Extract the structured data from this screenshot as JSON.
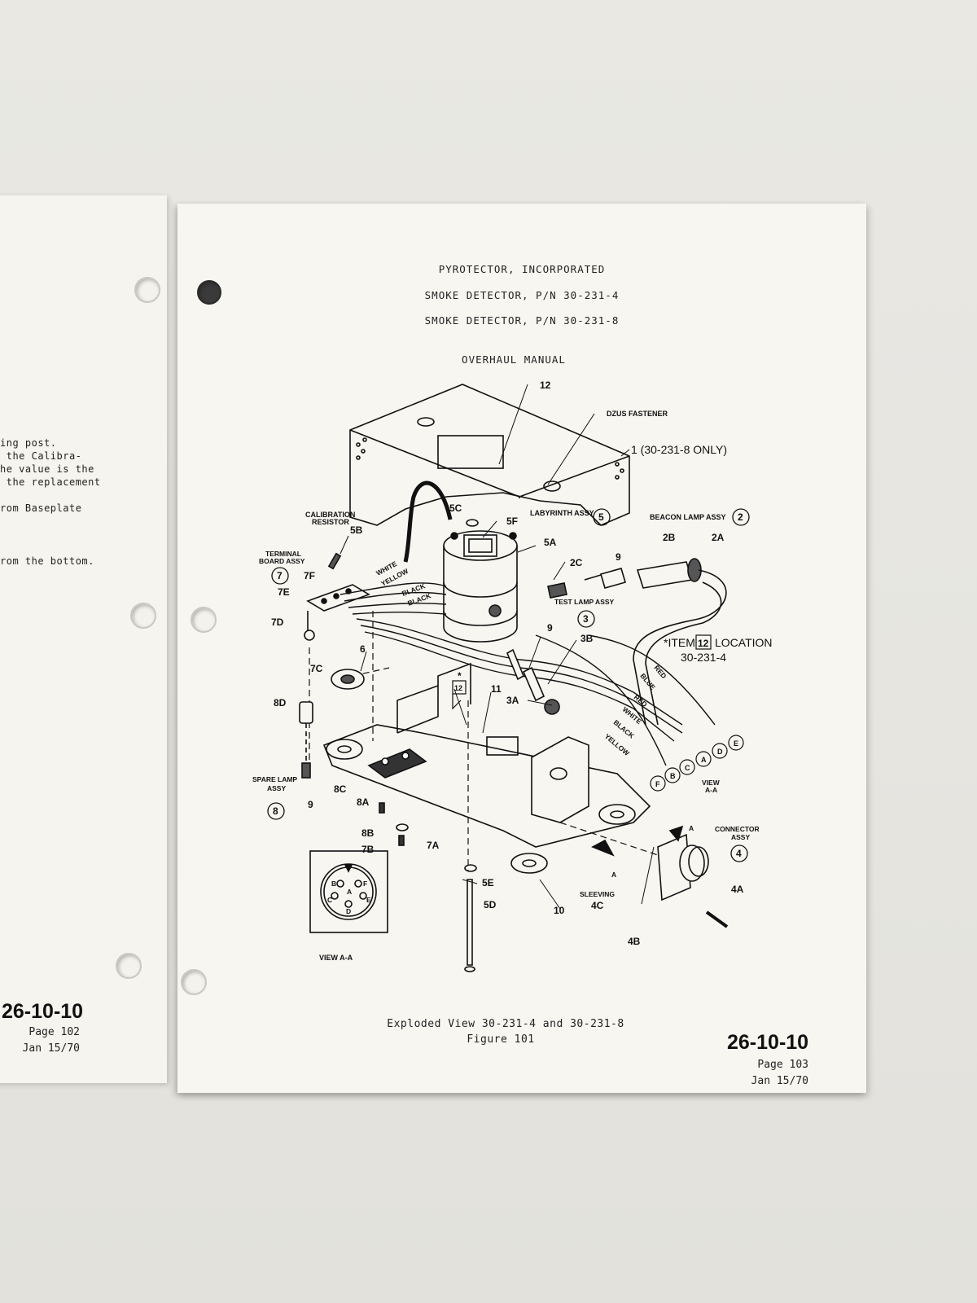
{
  "left_page": {
    "lines": [
      "ing post.",
      " the Calibra-",
      "he value is the",
      " the replacement",
      "rom Baseplate",
      "rom the bottom."
    ],
    "page_code": "26-10-10",
    "page_label": "Page 102",
    "date": "Jan 15/70"
  },
  "header": {
    "company": "PYROTECTOR, INCORPORATED",
    "line2": "SMOKE DETECTOR, P/N 30-231-4",
    "line3": "SMOKE DETECTOR, P/N 30-231-8",
    "manual": "OVERHAUL MANUAL"
  },
  "diagram": {
    "callouts": {
      "c12": "12",
      "dzus": "DZUS FASTENER",
      "c1": "1 (30-231-8 ONLY)",
      "calib1": "CALIBRATION",
      "calib2": "RESISTOR",
      "c5b": "5B",
      "c5c": "5C",
      "c5f": "5F",
      "labyrinth": "LABYRINTH ASSY",
      "n5": "5",
      "beacon": "BEACON LAMP ASSY",
      "n2": "2",
      "c2b": "2B",
      "c2a": "2A",
      "c5a": "5A",
      "c2c": "2C",
      "c9a": "9",
      "terminal1": "TERMINAL",
      "terminal2": "BOARD ASSY",
      "n7": "7",
      "c7f": "7F",
      "c7e": "7E",
      "c7d": "7D",
      "c7c": "7C",
      "testlamp": "TEST LAMP ASSY",
      "n3": "3",
      "c9b": "9",
      "c3b": "3B",
      "c3a": "3A",
      "c6": "6",
      "c11": "11",
      "box12": "12",
      "c8d": "8D",
      "spare1": "SPARE LAMP",
      "spare2": "ASSY",
      "n8": "8",
      "c8c": "8C",
      "c9c": "9",
      "c8a": "8A",
      "c8b": "8B",
      "c7b": "7B",
      "c7a": "7A",
      "c5e": "5E",
      "c5d": "5D",
      "c10": "10",
      "sleeving": "SLEEVING",
      "c4c": "4C",
      "c4b": "4B",
      "c4a": "4A",
      "connector1": "CONNECTOR",
      "connector2": "ASSY",
      "n4": "4",
      "arrowA1": "A",
      "arrowA2": "A",
      "viewAA_small": "VIEW",
      "viewAA_small2": "A-A",
      "viewAA": "VIEW  A-A",
      "wire_white": "WHITE",
      "wire_yellow": "YELLOW",
      "wire_black1": "BLACK",
      "wire_black2": "BLACK",
      "wire_red1": "RED",
      "wire_blue": "BLUE",
      "wire_red2": "RED",
      "wire_white2": "WHITE",
      "wire_black3": "BLACK",
      "wire_yellow2": "YELLOW",
      "pinF": "F",
      "pinB": "B",
      "pinC": "C",
      "pinA": "A",
      "pinD": "D",
      "pinE": "E",
      "star_item": "*ITEM",
      "star_num": "12",
      "star_loc": "LOCATION",
      "star_pn": "30-231-4",
      "star": "*",
      "conn_pins": [
        "A",
        "B",
        "C",
        "D",
        "E",
        "F"
      ]
    }
  },
  "caption": {
    "line1": "Exploded View 30-231-4 and 30-231-8",
    "line2": "Figure 101"
  },
  "footer": {
    "page_code": "26-10-10",
    "page_label": "Page 103",
    "date": "Jan 15/70"
  }
}
